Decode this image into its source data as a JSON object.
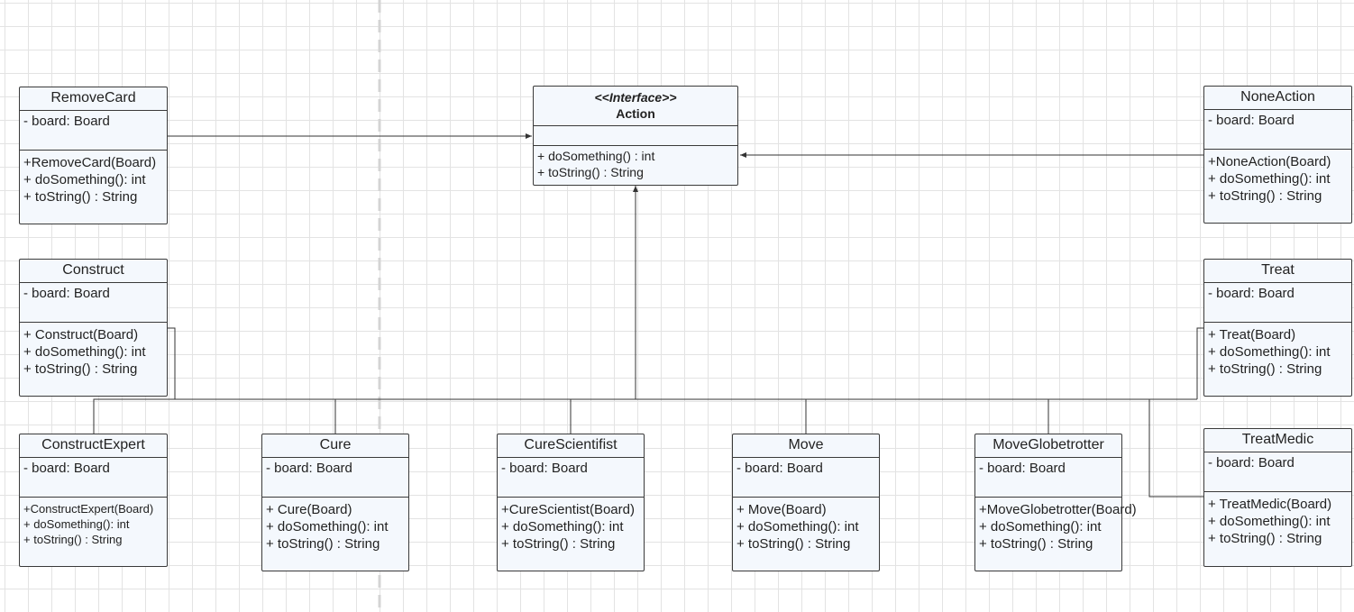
{
  "interface": {
    "stereotype": "<<Interface>>",
    "name": "Action",
    "attributes": [],
    "operations": [
      "+ doSomething() : int",
      "+ toString() : String"
    ]
  },
  "classes": {
    "remove_card": {
      "name": "RemoveCard",
      "attributes": [
        "- board: Board"
      ],
      "operations": [
        "+RemoveCard(Board)",
        "+ doSomething(): int",
        "+ toString() : String"
      ]
    },
    "construct": {
      "name": "Construct",
      "attributes": [
        "- board: Board"
      ],
      "operations": [
        "+ Construct(Board)",
        "+ doSomething(): int",
        "+ toString() : String"
      ]
    },
    "none_action": {
      "name": "NoneAction",
      "attributes": [
        "- board: Board"
      ],
      "operations": [
        "+NoneAction(Board)",
        "+ doSomething(): int",
        "+ toString() : String"
      ]
    },
    "treat": {
      "name": "Treat",
      "attributes": [
        "- board: Board"
      ],
      "operations": [
        "+ Treat(Board)",
        "+ doSomething(): int",
        "+ toString() : String"
      ]
    },
    "construct_expert": {
      "name": "ConstructExpert",
      "attributes": [
        "- board: Board"
      ],
      "operations": [
        "+ConstructExpert(Board)",
        "+ doSomething(): int",
        "+ toString() : String"
      ]
    },
    "cure": {
      "name": "Cure",
      "attributes": [
        "- board: Board"
      ],
      "operations": [
        "+ Cure(Board)",
        "+ doSomething(): int",
        "+ toString() : String"
      ]
    },
    "cure_scientist": {
      "name": "CureScientifist",
      "attributes": [
        "- board: Board"
      ],
      "operations": [
        "+CureScientist(Board)",
        "+ doSomething(): int",
        "+ toString() : String"
      ]
    },
    "move": {
      "name": "Move",
      "attributes": [
        "- board: Board"
      ],
      "operations": [
        "+ Move(Board)",
        "+ doSomething(): int",
        "+ toString() : String"
      ]
    },
    "move_globetrotter": {
      "name": "MoveGlobetrotter",
      "attributes": [
        "- board: Board"
      ],
      "operations": [
        "+MoveGlobetrotter(Board)",
        "+ doSomething(): int",
        "+ toString() : String"
      ]
    },
    "treat_medic": {
      "name": "TreatMedic",
      "attributes": [
        "- board: Board"
      ],
      "operations": [
        "+ TreatMedic(Board)",
        "+ doSomething(): int",
        "+ toString() : String"
      ]
    }
  },
  "colors": {
    "class_fill": "#f4f8fd",
    "border": "#3a3a3a",
    "grid": "#e3e3e3",
    "divider": "#d4d4d4"
  }
}
